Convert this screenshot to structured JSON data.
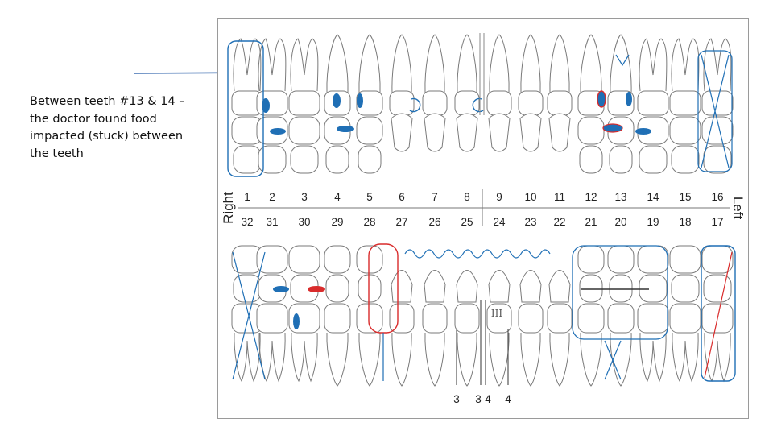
{
  "annotation": {
    "text": "Between teeth #13 & 14 – the doctor found food impacted (stuck) between the teeth"
  },
  "chart": {
    "side_left": "Right",
    "side_right": "Left",
    "upper_numbers": [
      "1",
      "2",
      "3",
      "4",
      "5",
      "6",
      "7",
      "8",
      "9",
      "10",
      "11",
      "12",
      "13",
      "14",
      "15",
      "16"
    ],
    "lower_numbers": [
      "32",
      "31",
      "30",
      "29",
      "28",
      "27",
      "26",
      "25",
      "24",
      "23",
      "22",
      "21",
      "20",
      "19",
      "18",
      "17"
    ],
    "mobility_mark": "III",
    "perio_depths": [
      "3",
      "3",
      "4",
      "4"
    ]
  },
  "colors": {
    "outline": "#7a7a7a",
    "blue": "#1f6fb5",
    "red": "#d92b2b",
    "arrow": "#3a6bb0"
  }
}
